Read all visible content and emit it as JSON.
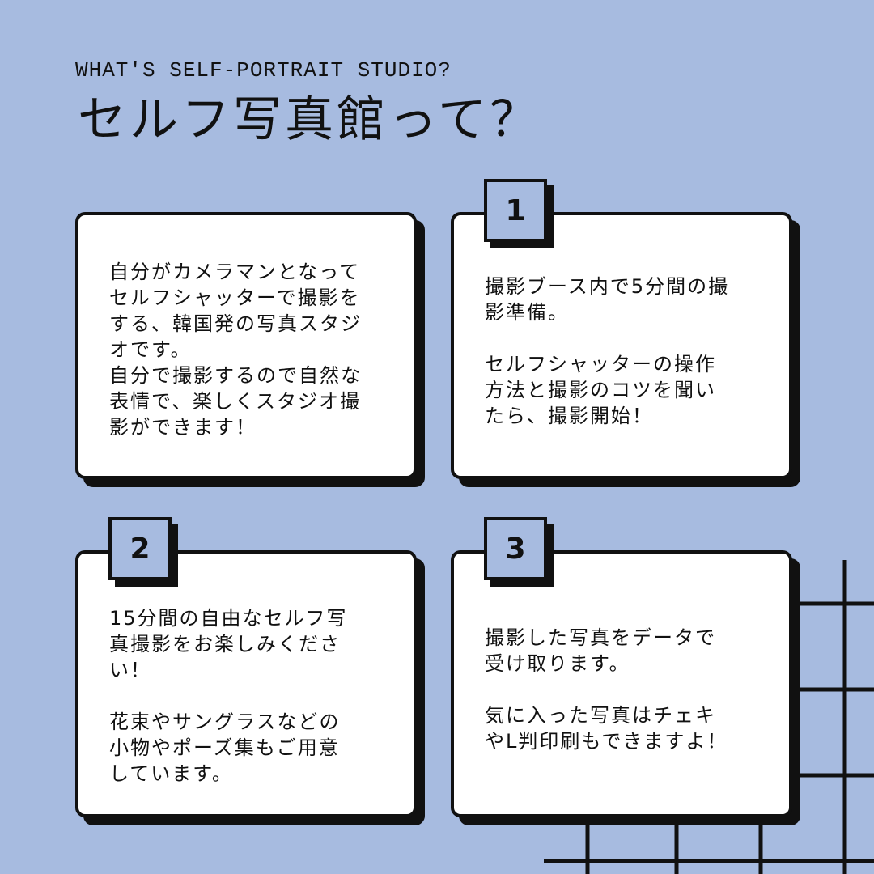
{
  "header": {
    "eyebrow": "WHAT'S SELF-PORTRAIT STUDIO?",
    "title": "セルフ写真館って？"
  },
  "cards": {
    "intro": {
      "text": "自分がカメラマンとなって\nセルフシャッターで撮影を\nする、韓国発の写真スタジ\nオです。\n自分で撮影するので自然な\n表情で、楽しくスタジオ撮\n影ができます！"
    },
    "step1": {
      "number": "1",
      "text": "撮影ブース内で5分間の撮\n影準備。\n\nセルフシャッターの操作\n方法と撮影のコツを聞い\nたら、撮影開始！"
    },
    "step2": {
      "number": "2",
      "text": "15分間の自由なセルフ写\n真撮影をお楽しみくださ\nい！\n\n花束やサングラスなどの\n小物やポーズ集もご用意\nしています。"
    },
    "step3": {
      "number": "3",
      "text": "撮影した写真をデータで\n受け取ります。\n\n気に入った写真はチェキ\nやL判印刷もできますよ！"
    }
  },
  "colors": {
    "background": "#a7bbe0",
    "card": "#ffffff",
    "ink": "#111111"
  }
}
